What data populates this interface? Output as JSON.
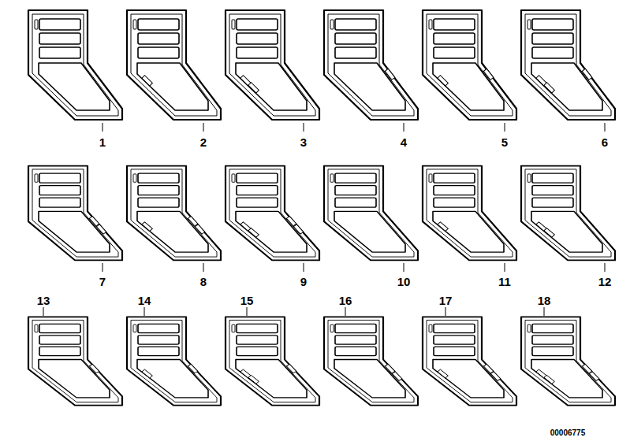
{
  "diagram": {
    "labels": [
      "1",
      "2",
      "3",
      "4",
      "5",
      "6",
      "7",
      "8",
      "9",
      "10",
      "11",
      "12",
      "13",
      "14",
      "15",
      "16",
      "17",
      "18",
      "00006775"
    ]
  }
}
